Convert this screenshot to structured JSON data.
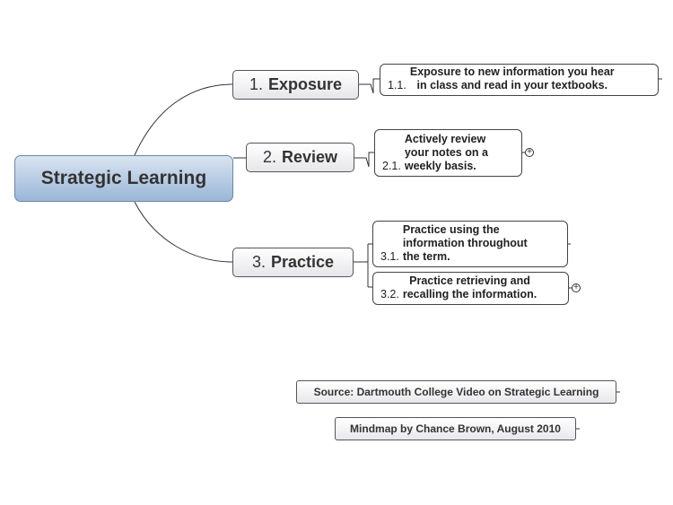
{
  "root": {
    "label": "Strategic Learning"
  },
  "branches": [
    {
      "number": "1.",
      "label": "Exposure",
      "children": [
        {
          "number": "1.1.",
          "lines": [
            "Exposure to new information you hear",
            "in class and read in your textbooks."
          ]
        }
      ]
    },
    {
      "number": "2.",
      "label": "Review",
      "children": [
        {
          "number": "2.1.",
          "lines": [
            "Actively review",
            "your notes on a",
            "weekly basis."
          ],
          "collapsed": true
        }
      ]
    },
    {
      "number": "3.",
      "label": "Practice",
      "children": [
        {
          "number": "3.1.",
          "lines": [
            "Practice using the",
            "information throughout",
            "the term."
          ]
        },
        {
          "number": "3.2.",
          "lines": [
            "Practice retrieving and",
            "recalling the information."
          ],
          "collapsed": true
        }
      ]
    }
  ],
  "notes": [
    "Source: Dartmouth College Video on Strategic Learning",
    "Mindmap by Chance Brown, August 2010"
  ],
  "icons": {
    "expander": "plus-circle-icon",
    "expander_glyph": "+"
  },
  "colors": {
    "root_top": "#d9e4f1",
    "root_bottom": "#9ab6d8",
    "line": "#333333"
  }
}
